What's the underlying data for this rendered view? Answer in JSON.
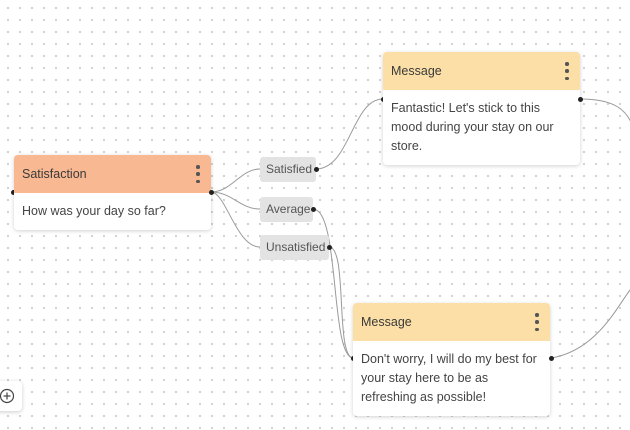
{
  "colors": {
    "satisfaction_header": "#f8b892",
    "message_header": "#fbdfa6",
    "chip_background": "#e3e3e3",
    "connector": "#9a9a9a"
  },
  "nodes": {
    "satisfaction": {
      "title": "Satisfaction",
      "text": "How was your day so far?",
      "menu_icon": "kebab-menu-icon"
    },
    "message_top": {
      "title": "Message",
      "text": "Fantastic! Let's stick to this mood during your stay on our store.",
      "menu_icon": "kebab-menu-icon"
    },
    "message_bottom": {
      "title": "Message",
      "text": "Don't worry, I will do my best for your stay here to be as refreshing as possible!",
      "menu_icon": "kebab-menu-icon"
    }
  },
  "options": [
    {
      "label": "Satisfied"
    },
    {
      "label": "Average"
    },
    {
      "label": "Unsatisfied"
    }
  ],
  "controls": {
    "zoom_in_icon": "zoom-in-icon"
  }
}
